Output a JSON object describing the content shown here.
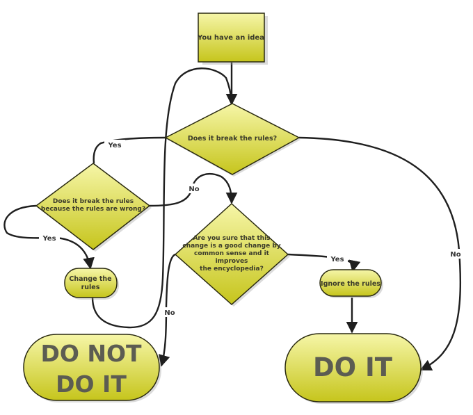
{
  "nodes": {
    "idea": "You have an idea",
    "break_rules": "Does it break the rules?",
    "rules_wrong": [
      "Does it break the rules",
      "because the rules are wrong?"
    ],
    "sure_good": [
      "Are you sure that this",
      "change is a good change by",
      "common sense and it",
      "improves",
      "the encyclopedia?"
    ],
    "change_rules": [
      "Change the",
      "rules"
    ],
    "ignore_rules": "Ignore the rules",
    "do_not": [
      "DO NOT",
      "DO IT"
    ],
    "do_it": "DO IT"
  },
  "edges": {
    "yes_top": "Yes",
    "no_middle": "No",
    "yes_left": "Yes",
    "yes_right": "Yes",
    "no_left": "No",
    "no_right": "No"
  },
  "colors": {
    "fill_light": "#f3f39a",
    "fill_dark": "#c9c820",
    "stroke": "#2a2a10"
  }
}
